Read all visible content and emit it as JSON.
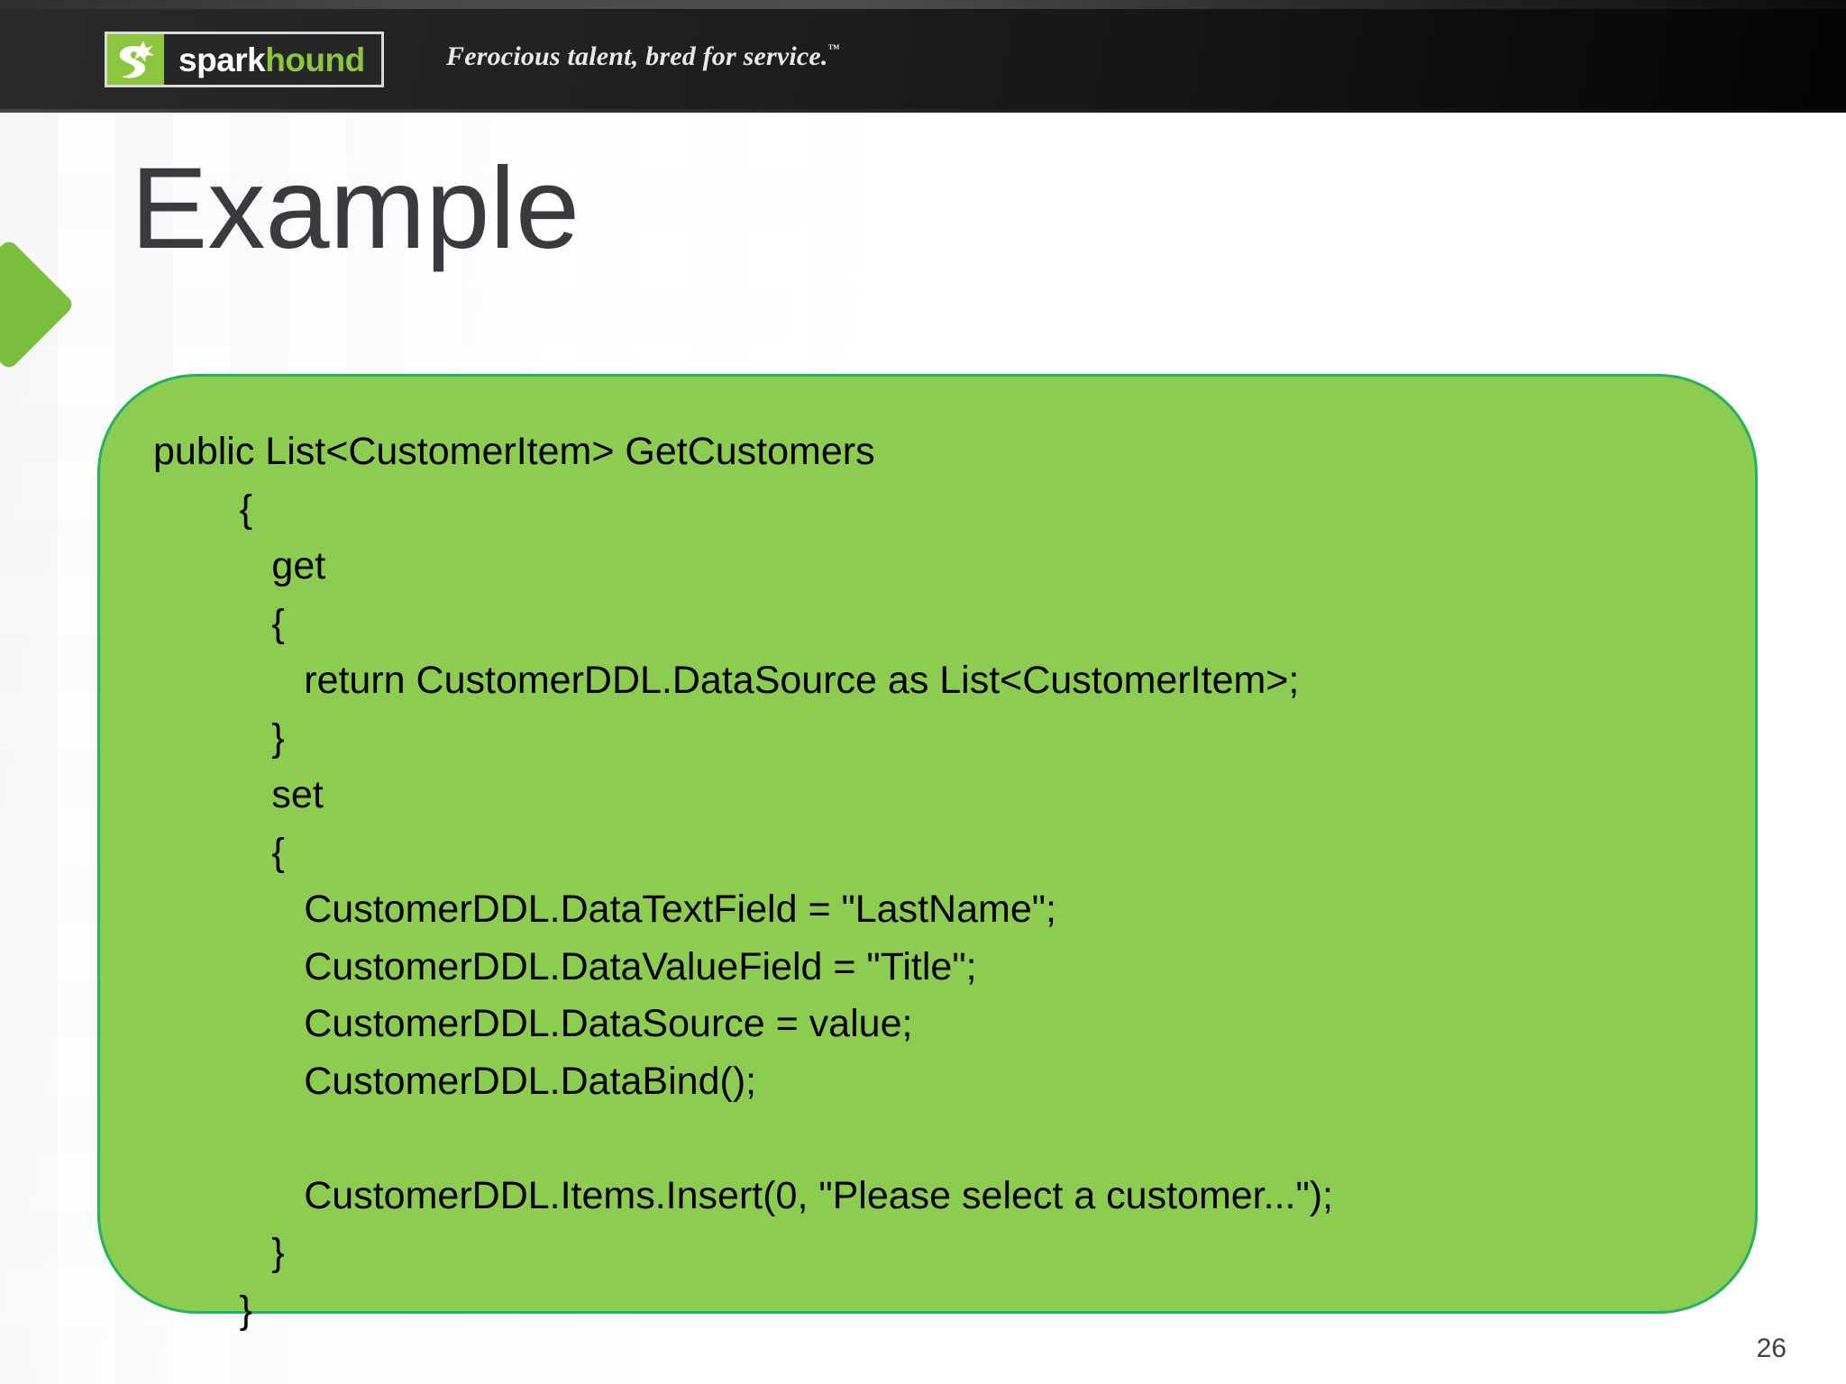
{
  "slide": {
    "title": "Example",
    "page_number": "26",
    "accent_green": "#8ccc51",
    "border_green": "#22b35c",
    "arrow_green": "#7cbf3f",
    "title_color": "#3b3b3f"
  },
  "header": {
    "logo": {
      "mark_icon": "spark-s-swoosh-star",
      "word_first": "spark",
      "word_second": "hound",
      "mark_bg": "#8cc63e",
      "word_bg": "#262626"
    },
    "tagline": "Ferocious talent, bred for service.",
    "tagline_tm": "™"
  },
  "code": {
    "language": "csharp",
    "lines": [
      "public List<CustomerItem> GetCustomers",
      "        {",
      "           get",
      "           {",
      "              return CustomerDDL.DataSource as List<CustomerItem>;",
      "           }",
      "           set",
      "           {",
      "              CustomerDDL.DataTextField = \"LastName\";",
      "              CustomerDDL.DataValueField = \"Title\";",
      "              CustomerDDL.DataSource = value;",
      "              CustomerDDL.DataBind();",
      "",
      "              CustomerDDL.Items.Insert(0, \"Please select a customer...\");",
      "           }",
      "        }"
    ]
  }
}
